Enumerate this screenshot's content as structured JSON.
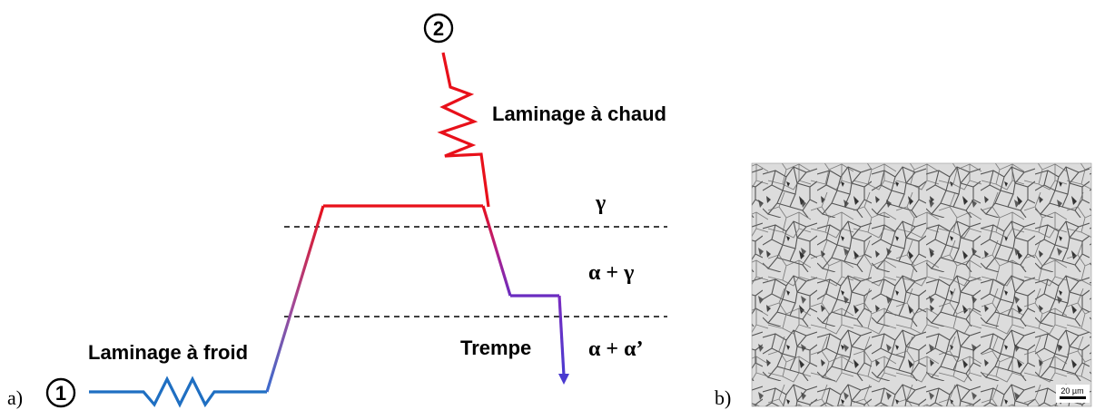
{
  "panel_a": {
    "label": "a)",
    "marker_1": "1",
    "marker_2": "2",
    "cold_rolling_label": "Laminage à froid",
    "hot_rolling_label": "Laminage à chaud",
    "quench_label": "Trempe",
    "phase_gamma": "γ",
    "phase_alpha_gamma": "α + γ",
    "phase_alpha_alpha_prime": "α + α’"
  },
  "panel_b": {
    "label": "b)",
    "scale_bar_label": "20 µm"
  },
  "colors": {
    "cold_path": "#1f6fc2",
    "hot_path": "#e8101a",
    "quench_path": "#6a2cc0",
    "dashed_line": "#000000"
  }
}
